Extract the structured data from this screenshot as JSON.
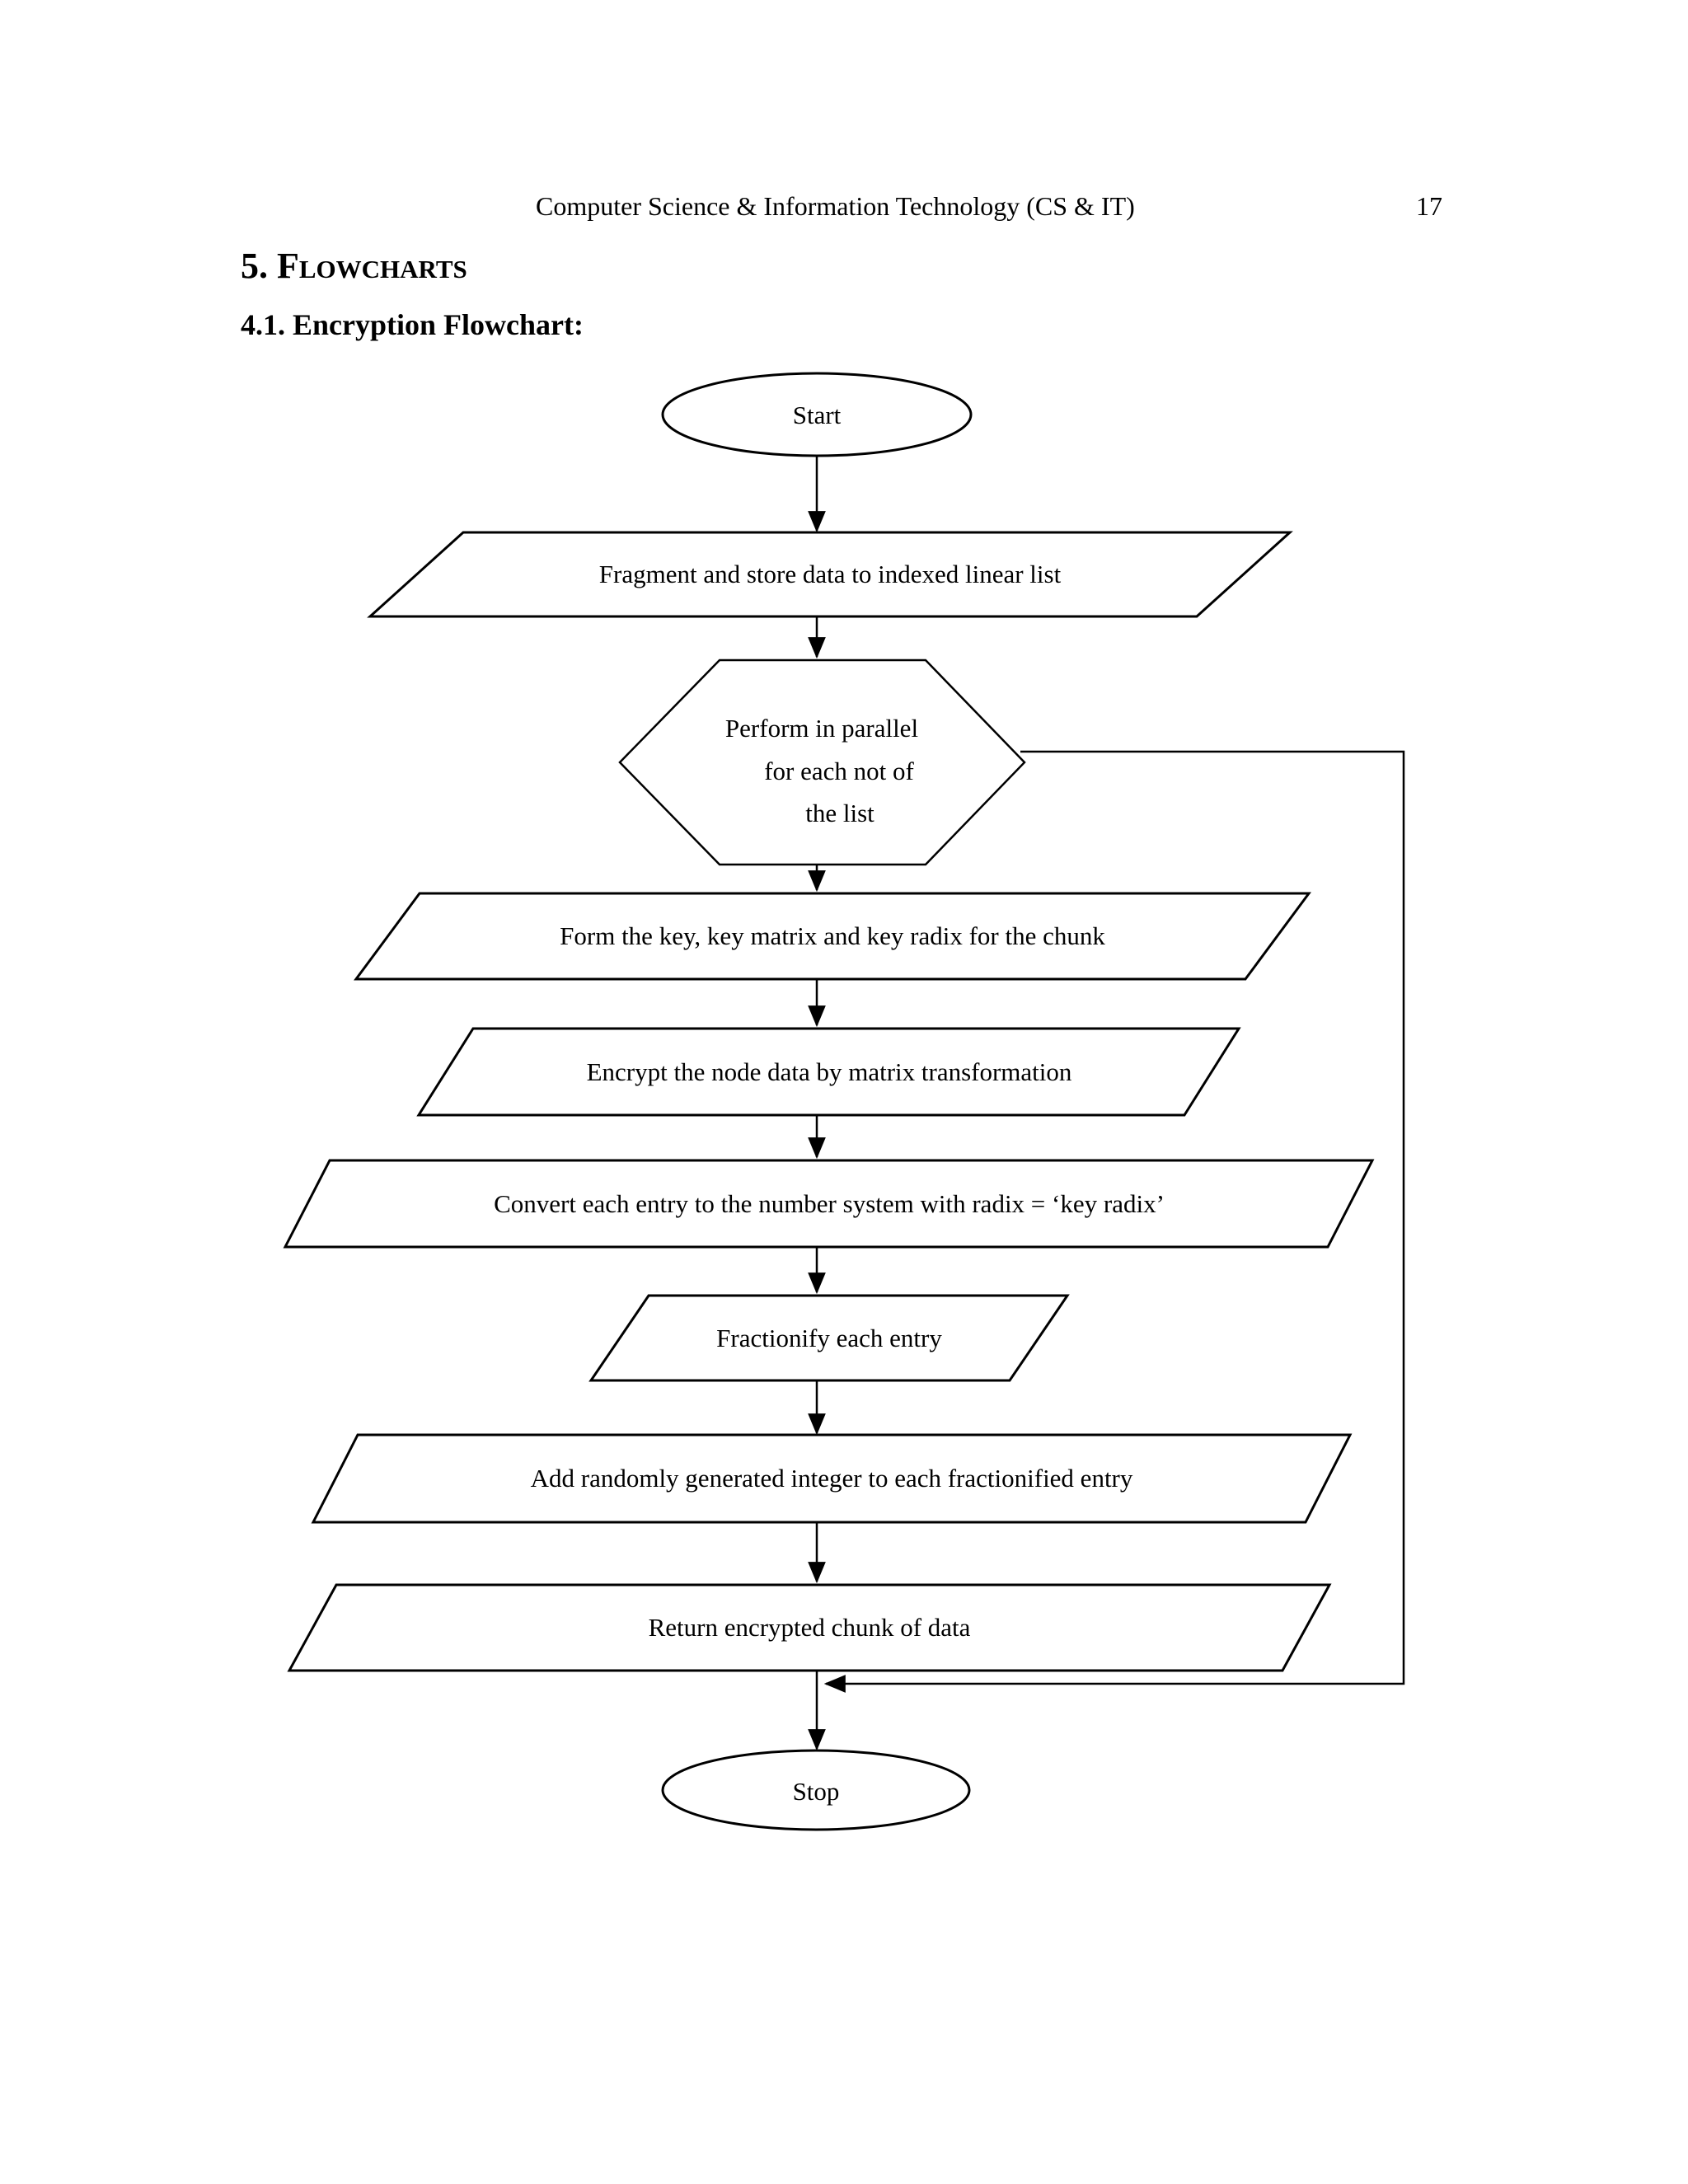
{
  "header": {
    "title": "Computer Science & Information Technology (CS & IT)",
    "page_number": "17"
  },
  "section": {
    "title": "5. Flowcharts",
    "subtitle": "4.1. Encryption Flowchart:"
  },
  "flowchart": {
    "start_label": "Start",
    "hexagon": {
      "shape": "hexagon",
      "line1": "Perform in parallel",
      "line2": "for each not of",
      "line3": "the list"
    },
    "steps": [
      {
        "shape": "parallelogram",
        "label": "Fragment and store data to indexed linear list"
      },
      {
        "shape": "parallelogram",
        "label": "Form the key, key matrix and key radix for the chunk"
      },
      {
        "shape": "parallelogram",
        "label": "Encrypt the node data by matrix transformation"
      },
      {
        "shape": "parallelogram",
        "label": "Convert each entry to the number system with radix = ‘key radix’"
      },
      {
        "shape": "parallelogram",
        "label": "Fractionify each entry"
      },
      {
        "shape": "parallelogram",
        "label": "Add randomly generated integer to each fractionified entry"
      },
      {
        "shape": "parallelogram",
        "label": "Return encrypted chunk of data"
      }
    ],
    "stop_label": "Stop"
  },
  "colors": {
    "ink": "#000000",
    "paper": "#ffffff"
  }
}
